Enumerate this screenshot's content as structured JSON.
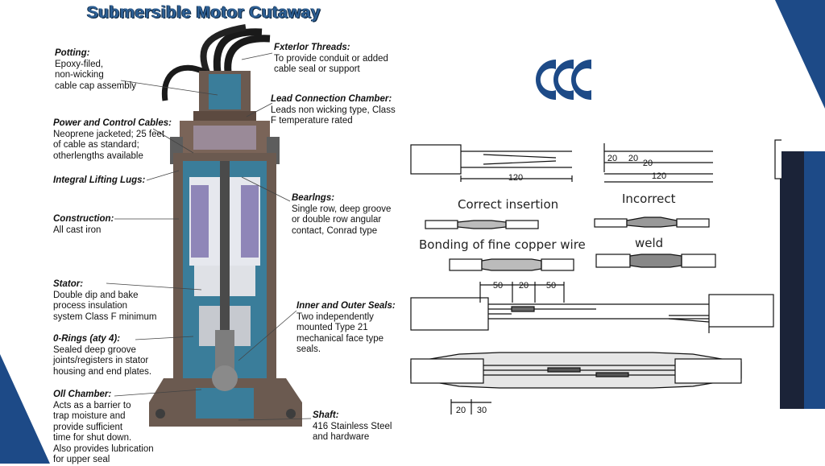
{
  "title": "Submersible Motor Cutaway",
  "labels": {
    "potting": {
      "heading": "Potting:",
      "desc": "Epoxy-filed,\nnon-wicking\ncable cap assembly"
    },
    "power_cables": {
      "heading": "Power and Control Cables:",
      "desc": "Neoprene jacketed; 25 feet\nof cable as standard;\notherlengths available"
    },
    "lifting_lugs": {
      "heading": "Integral Lifting Lugs:",
      "desc": ""
    },
    "construction": {
      "heading": "Construction:",
      "desc": "All cast iron"
    },
    "stator": {
      "heading": "Stator:",
      "desc": "Double dip and bake\nprocess insulation\nsystem Class F minimum"
    },
    "orings": {
      "heading": "0-Rings (aty 4):",
      "desc": "Sealed deep groove\njoints/registers in stator\nhousing and end plates."
    },
    "oil_chamber": {
      "heading": "Oll Chamber:",
      "desc": "Acts as a barrier to\ntrap moisture and\nprovide sufficient\ntime for shut down.\nAlso provides lubrication\nfor upper seal"
    },
    "exterior_threads": {
      "heading": "Fxterlor Threads:",
      "desc": "To provide conduit or added\ncable seal or support"
    },
    "lead_chamber": {
      "heading": "Lead Connection Chamber:",
      "desc": "Leads non wicking type, Class\nF temperature rated"
    },
    "bearings": {
      "heading": "Bearlngs:",
      "desc": "Single row, deep groove\nor double row angular\ncontact, Conrad type"
    },
    "seals": {
      "heading": "Inner and Outer Seals:",
      "desc": "Two independently\nmounted Type 21\nmechanical face type\nseals."
    },
    "shaft": {
      "heading": "Shaft:",
      "desc": "416 Stainless Steel\nand hardware"
    }
  },
  "diagram": {
    "correct_insertion": "Correct insertion",
    "incorrect": "Incorrect",
    "bonding": "Bonding of fine copper wire",
    "weld": "weld",
    "dim_120a": "120",
    "dim_20a": "20",
    "dim_20b": "20",
    "dim_20c": "20",
    "dim_120b": "120",
    "dim_50a": "50",
    "dim_20d": "20",
    "dim_50b": "50",
    "dim_bottom_20": "20",
    "dim_bottom_30": "30"
  },
  "colors": {
    "brand_navy": "#1d4a87",
    "dark_navy": "#1b2338",
    "motor_blue": "#3a7d9a"
  }
}
